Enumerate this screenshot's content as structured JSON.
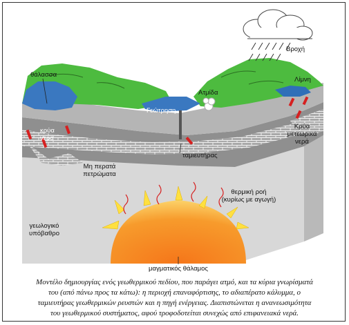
{
  "diagram": {
    "labels": {
      "rain": "Βροχή",
      "sea": "θάλασσα",
      "steam": "Ατμίδα",
      "lake": "Λίμνη",
      "well": "Γεώτρηση",
      "cold_water": [
        "κρύα",
        "νερά"
      ],
      "cold_meteoric": [
        "Κρύα",
        "μετεωρικά",
        "νερά"
      ],
      "reservoir": "ταμιευτήρας",
      "impermeable": [
        "Μη περατά",
        "πετρώματα"
      ],
      "heat_flow": [
        "θερμική ροή",
        "(κυρίως με αγωγή)"
      ],
      "basement": [
        "γεωλογικό",
        "υπόβαθρο"
      ],
      "magma": "μαγματικός θάλαμος"
    },
    "colors": {
      "vegetation": "#4dbb3f",
      "water": "#3a78c0",
      "rock_gray": "#9a9a9a",
      "basement_gray": "#d6d6d6",
      "magma_orange": "#f39a2a",
      "magma_yellow": "#ffe040",
      "arrow_red": "#d62020"
    }
  },
  "caption": {
    "line1": "Μοντέλο δημιουργίας ενός γεωθερμικού πεδίου, που παράγει ατμό, και τα κύρια γνωρίσματά",
    "line2": "του (από πάνω προς τα κάτω): η περιοχή επαναφόρτισης, το αδιαπέρατο κάλυμμα, ο",
    "line3": "ταμιευτήρας γεωθερμικών ρευστών και η πηγή ενέργειας. Διαπιστώνεται η ανανεωσιμότητα",
    "line4": "του γεωθερμικού συστήματος, αφού τροφοδοτείται συνεχώς από επιφανειακά νερά."
  }
}
